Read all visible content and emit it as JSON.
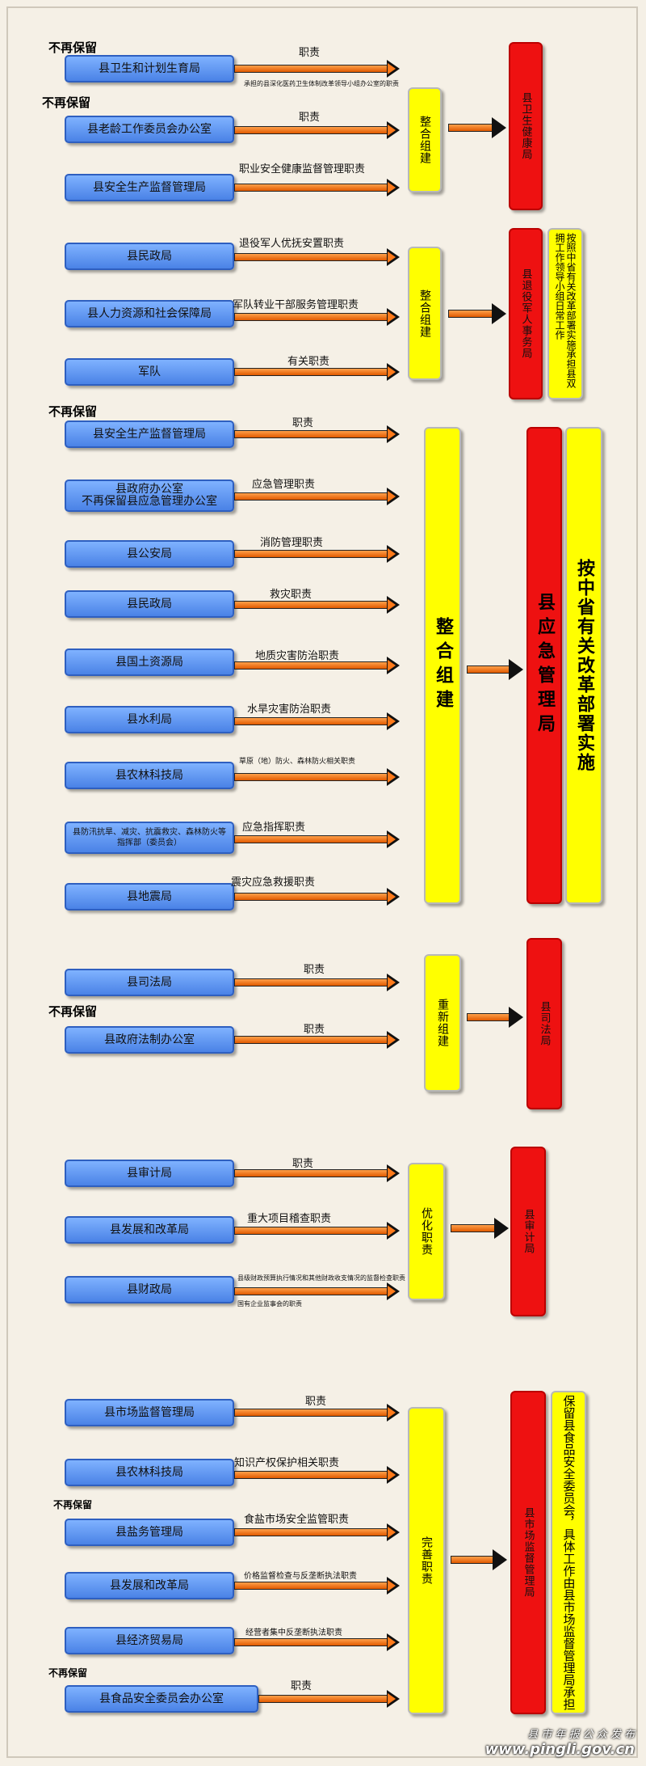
{
  "notes": [
    "不再保留",
    "不再保留",
    "不再保留",
    "不再保留",
    "不再保留",
    "不再保留"
  ],
  "g1": {
    "sources": [
      "县卫生和计划生育局",
      "县老龄工作委员会办公室",
      "县安全生产监督管理局"
    ],
    "labels": [
      "职责",
      "承担的县深化医药卫生体制改革领导小组办公室的职责",
      "职责",
      "职业安全健康监督管理职责"
    ],
    "action": "整合组建",
    "target": "县卫生健康局"
  },
  "g2": {
    "sources": [
      "县民政局",
      "县人力资源和社会保障局",
      "军队"
    ],
    "labels": [
      "退役军人优抚安置职责",
      "军队转业干部服务管理职责",
      "有关职责"
    ],
    "action": "整合组建",
    "target": "县退役军人事务局",
    "note": "按照中省有关改革部署实施承担县双拥工作领导小组日常工作"
  },
  "g3": {
    "sources": [
      "县安全生产监督管理局",
      "县政府办公室",
      "不再保留县应急管理办公室",
      "县公安局",
      "县民政局",
      "县国土资源局",
      "县水利局",
      "县农林科技局",
      "县防汛抗旱、减灾、抗震救灾、森林防火等指挥部（委员会）",
      "县地震局"
    ],
    "labels": [
      "职责",
      "应急管理职责",
      "消防管理职责",
      "救灾职责",
      "地质灾害防治职责",
      "水旱灾害防治职责",
      "草原（地）防火、森林防火相关职责",
      "应急指挥职责",
      "震灾应急救援职责"
    ],
    "action": "整合组建",
    "target": "县应急管理局",
    "note": "按中省有关改革部署实施"
  },
  "g4": {
    "sources": [
      "县司法局",
      "县政府法制办公室"
    ],
    "labels": [
      "职责",
      "职责"
    ],
    "action": "重新组建",
    "target": "县司法局"
  },
  "g5": {
    "sources": [
      "县审计局",
      "县发展和改革局",
      "县财政局"
    ],
    "labels": [
      "职责",
      "重大项目稽查职责",
      "县级财政预算执行情况和其他财政收支情况的监督检查职责",
      "国有企业监事会的职责"
    ],
    "action": "优化职责",
    "target": "县审计局"
  },
  "g6": {
    "sources": [
      "县市场监督管理局",
      "县农林科技局",
      "县盐务管理局",
      "县发展和改革局",
      "县经济贸易局",
      "县食品安全委员会办公室"
    ],
    "labels": [
      "职责",
      "知识产权保护相关职责",
      "食盐市场安全监管职责",
      "价格监督检查与反垄断执法职责",
      "经营者集中反垄断执法职责",
      "职责"
    ],
    "action": "完善职责",
    "target": "县市场监督管理局",
    "note": "保留县食品安全委员会，具体工作由县市场监督管理局承担"
  },
  "watermark": {
    "line1": "县 市 年 报 公 众 发 布",
    "url": "www.pingli.gov.cn"
  }
}
